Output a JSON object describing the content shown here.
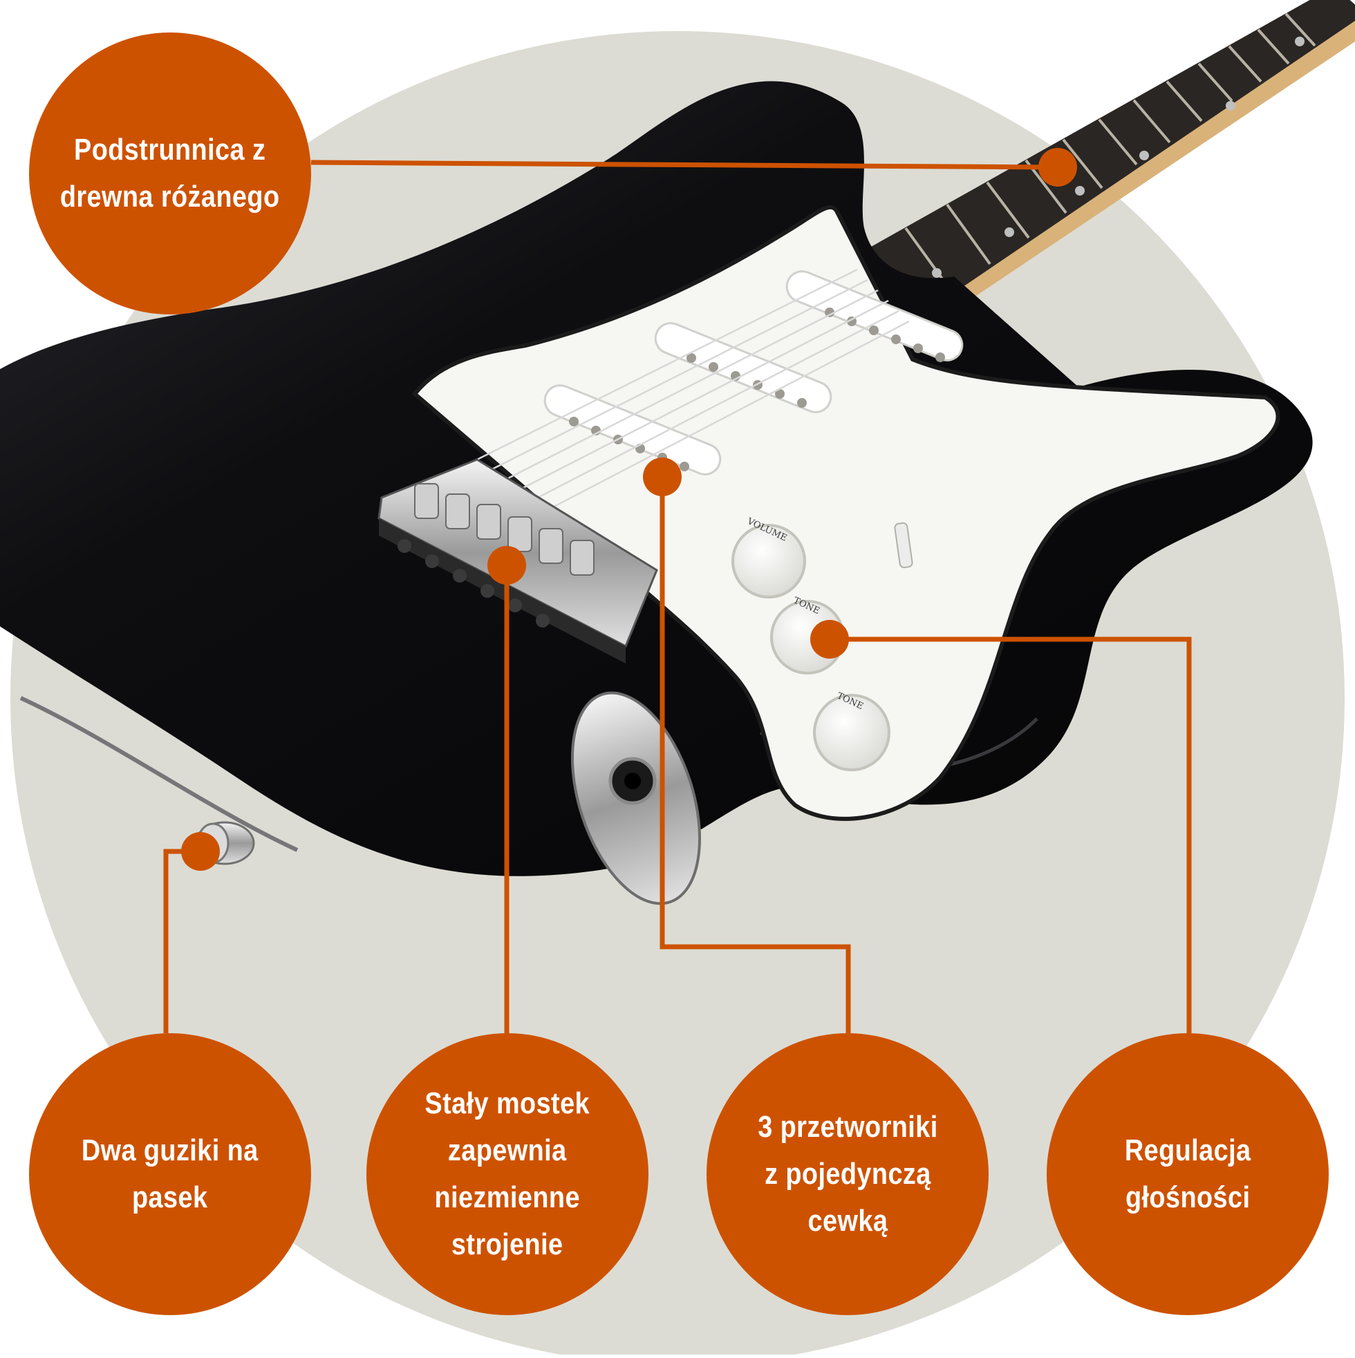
{
  "colors": {
    "accent": "#cd5200",
    "background_disc": "#dcdcd4",
    "guitar_body": "#0c0c0e",
    "pickguard": "#f6f6f3",
    "fretboard": "#2a2624"
  },
  "callouts": {
    "fretboard": "Podstrunnica z\ndrewna różanego",
    "strap_buttons": "Dwa guziki na\npasek",
    "bridge": "Stały mostek\nzapewnia\nniezmienne\nstrojenie",
    "pickups": "3 przetworniki\nz pojedynczą\ncewką",
    "volume": "Regulacja\ngłośności"
  },
  "knob_labels": {
    "volume": "VOLUME",
    "tone_1": "TONE",
    "tone_2": "TONE"
  }
}
